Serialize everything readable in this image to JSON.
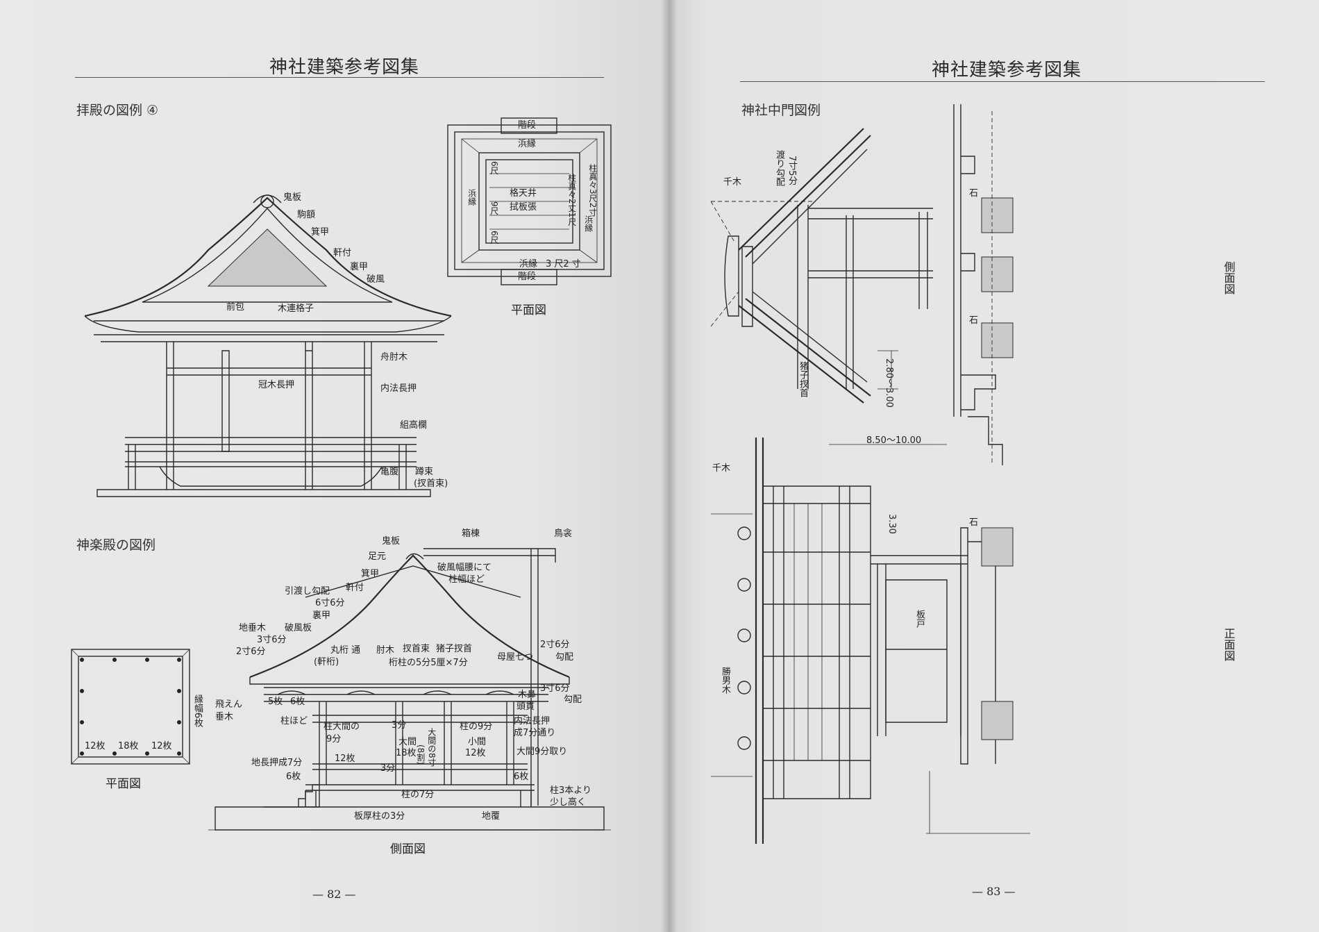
{
  "left_page": {
    "header": "神社建築参考図集",
    "page_number": "— 82 —",
    "haiden": {
      "title": "拝殿の図例 ④",
      "labels": [
        "鬼板",
        "駒額",
        "箕甲",
        "軒付",
        "裏甲",
        "破風",
        "前包",
        "木連格子",
        "舟肘木",
        "冠木長押",
        "内法長押",
        "組高欄",
        "亀腹",
        "蹲束",
        "(扠首束)"
      ],
      "plan": {
        "caption": "平面図",
        "labels": [
          "階段",
          "浜縁",
          "格天井",
          "拭板張",
          "浜縁",
          "3 尺2 寸",
          "階段",
          "柱真々2丈1尺",
          "柱真々3尺2寸",
          "6尺",
          "9尺",
          "6尺",
          "浜縁",
          "浜縁"
        ]
      }
    },
    "kagura": {
      "title": "神楽殿の図例",
      "plan_caption": "平面図",
      "plan_labels": [
        "12枚",
        "18枚",
        "12枚",
        "縁幅6枚"
      ],
      "side_caption": "側面図",
      "labels": [
        "鬼板",
        "箱棟",
        "鳥衾",
        "足元",
        "箕甲",
        "破風幅腰にて",
        "柱幅ほど",
        "引渡し勾配",
        "6寸6分",
        "軒付",
        "裏甲",
        "地垂木",
        "破風板",
        "3寸6分",
        "2寸6分",
        "丸桁 通",
        "(軒桁)",
        "肘木",
        "扠首束",
        "猪子扠首",
        "桁柱の5分5厘×7分",
        "母屋七つ",
        "2寸6分",
        "勾配",
        "飛えん",
        "垂木",
        "5枚",
        "6枚",
        "木鼻",
        "頭貫",
        "3寸6分",
        "勾配",
        "柱ほど",
        "柱大間の",
        "9分",
        "3分",
        "大間",
        "18枚",
        "柱の9分",
        "内法長押",
        "成7分通り",
        "小間",
        "12枚",
        "大間の8寸",
        "(8割)",
        "大間9分取り",
        "地長押成7分",
        "12枚",
        "3分",
        "6枚",
        "6枚",
        "柱の7分",
        "柱3本より",
        "少し高く",
        "板厚柱の3分",
        "地覆"
      ]
    }
  },
  "right_page": {
    "header": "神社建築参考図集",
    "page_number": "— 83 —",
    "title": "神社中門図例",
    "labels": [
      "千木",
      "渡り勾配",
      "7寸5分",
      "猪子扠首",
      "2.80〜3.00",
      "8.50〜10.00",
      "石",
      "石",
      "側面図",
      "千木",
      "3.30",
      "板戸",
      "石",
      "勝男木",
      "正面図"
    ]
  }
}
